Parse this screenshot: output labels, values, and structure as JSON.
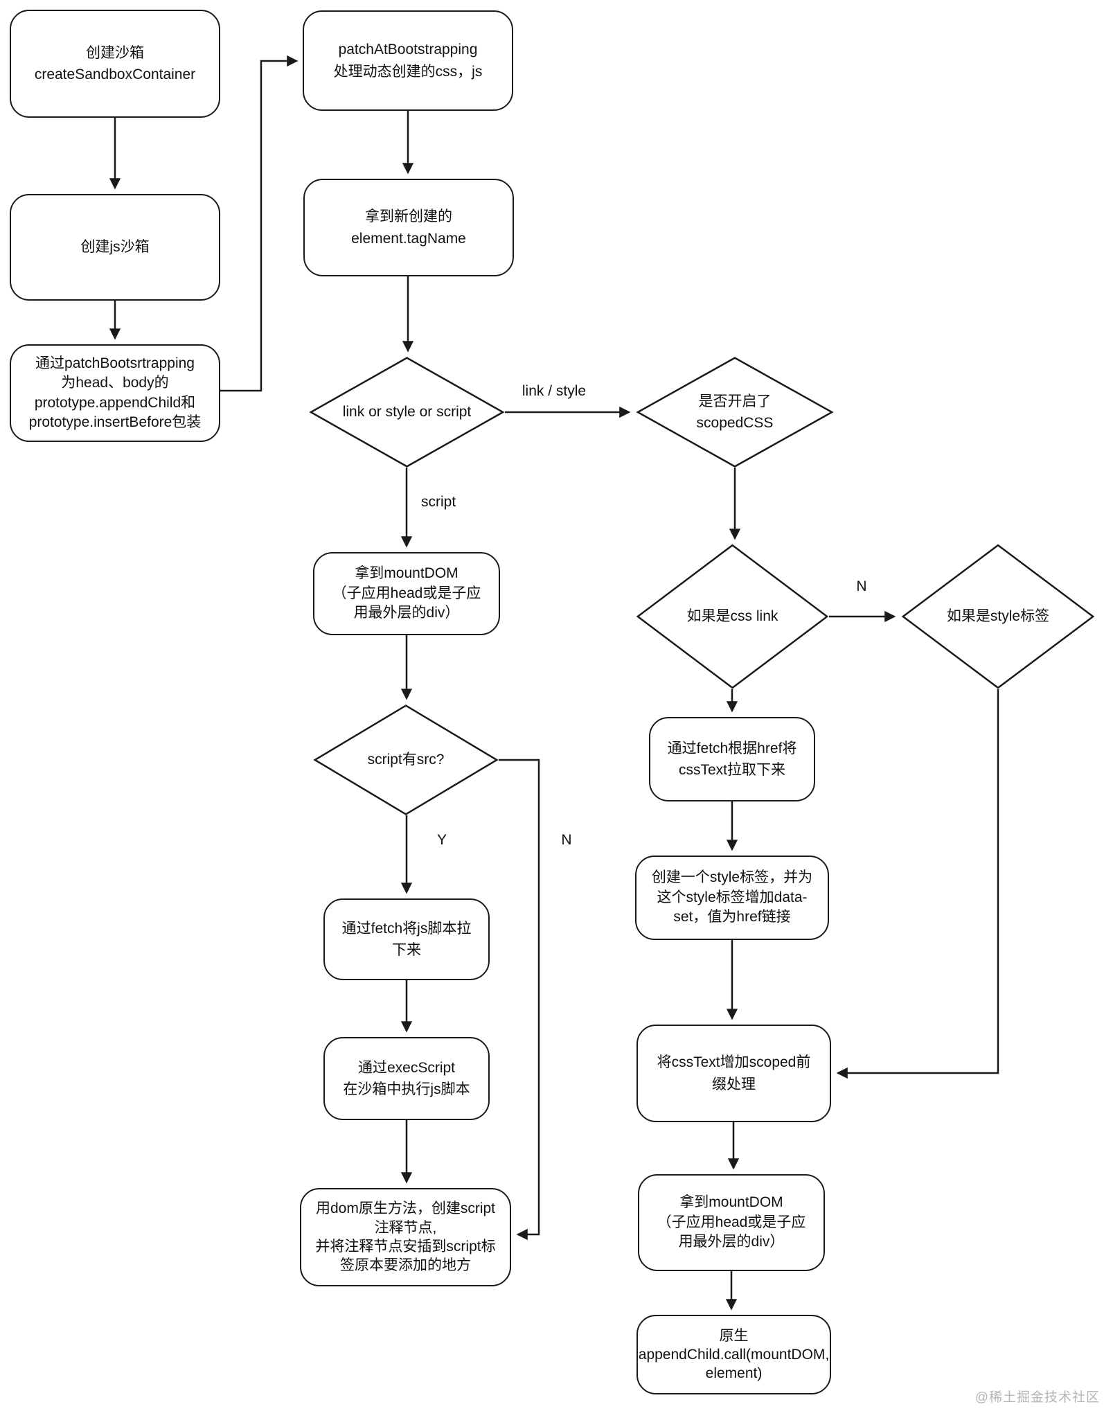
{
  "diagram": {
    "watermark": "@稀土掘金技术社区",
    "colors": {
      "stroke": "#1a1a1a",
      "node_fill": "#ffffff",
      "text": "#111111",
      "watermark": "#b5b5b5"
    },
    "nodes": {
      "create_sandbox": "创建沙箱\ncreateSandboxContainer",
      "create_js_sandbox": "创建js沙箱",
      "patch_bootstrapping_wrap": "通过patchBootsrtrapping\n为head、body的\nprototype.appendChild和\nprototype.insertBefore包装",
      "patch_at_bootstrapping": "patchAtBootstrapping\n处理动态创建的css，js",
      "get_tag_name": "拿到新创建的\nelement.tagName",
      "decision_link_style_script": "link or style or script",
      "decision_scoped_css": "是否开启了\nscopedCSS",
      "get_mount_dom_script": "拿到mountDOM\n（子应用head或是子应\n用最外层的div）",
      "decision_script_src": "script有src?",
      "fetch_js": "通过fetch将js脚本拉\n下来",
      "exec_script": "通过execScript\n在沙箱中执行js脚本",
      "comment_node": "用dom原生方法，创建script\n注释节点,\n并将注释节点安插到script标\n签原本要添加的地方",
      "decision_css_link": "如果是css link",
      "decision_style_tag": "如果是style标签",
      "fetch_css_text": "通过fetch根据href将\ncssText拉取下来",
      "create_style_tag": "创建一个style标签，并为\n这个style标签增加data-\nset，值为href链接",
      "scoped_prefix": "将cssText增加scoped前\n缀处理",
      "get_mount_dom_css": "拿到mountDOM\n（子应用head或是子应\n用最外层的div）",
      "native_append_child": "原生\nappendChild.call(mountDOM,\nelement)"
    },
    "edge_labels": {
      "link_style": "link / style",
      "script": "script",
      "yes_script_src": "Y",
      "no_script_src": "N",
      "no_css_link": "N"
    }
  }
}
